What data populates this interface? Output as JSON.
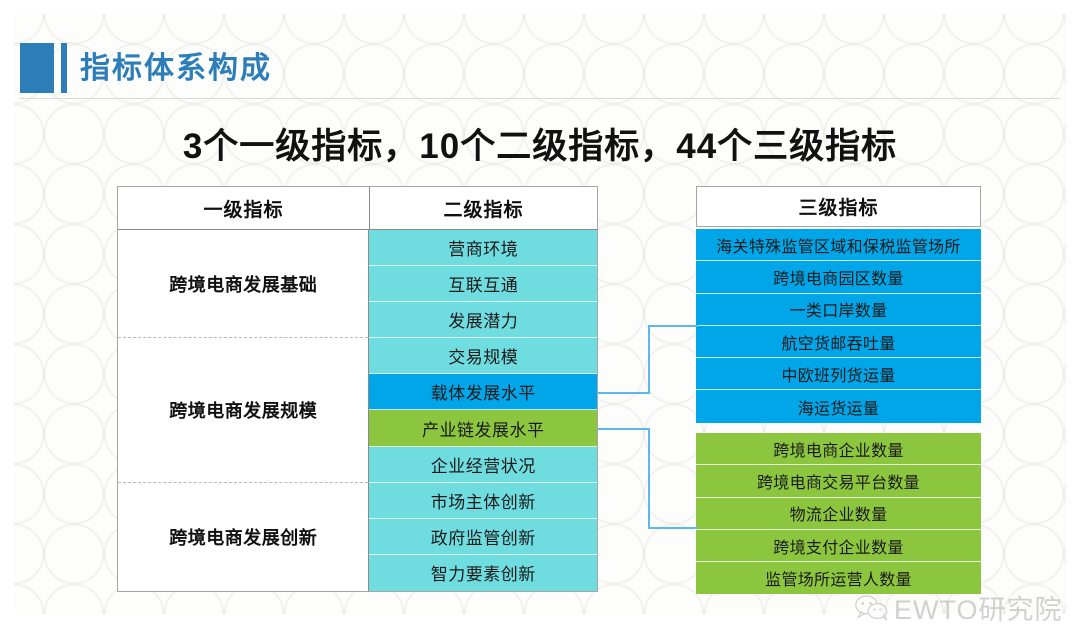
{
  "header": {
    "title": "指标体系构成",
    "accent_color": "#2D7EB8"
  },
  "main_title": "3个一级指标，10个二级指标，44个三级指标",
  "table": {
    "headers": {
      "level1": "一级指标",
      "level2": "二级指标"
    },
    "level1_items": [
      {
        "label": "跨境电商发展基础",
        "span": 3
      },
      {
        "label": "跨境电商发展规模",
        "span": 4
      },
      {
        "label": "跨境电商发展创新",
        "span": 3
      }
    ],
    "level2_items": [
      {
        "label": "营商环境",
        "color": "#6FDCE0"
      },
      {
        "label": "互联互通",
        "color": "#6FDCE0"
      },
      {
        "label": "发展潜力",
        "color": "#6FDCE0"
      },
      {
        "label": "交易规模",
        "color": "#6FDCE0"
      },
      {
        "label": "载体发展水平",
        "color": "#00A6E8"
      },
      {
        "label": "产业链发展水平",
        "color": "#8CC63F"
      },
      {
        "label": "企业经营状况",
        "color": "#6FDCE0"
      },
      {
        "label": "市场主体创新",
        "color": "#6FDCE0"
      },
      {
        "label": "政府监管创新",
        "color": "#6FDCE0"
      },
      {
        "label": "智力要素创新",
        "color": "#6FDCE0"
      }
    ]
  },
  "panels": {
    "header": "三级指标",
    "blue": {
      "color": "#00A6E8",
      "items": [
        "海关特殊监管区域和保税监管场所",
        "跨境电商园区数量",
        "一类口岸数量",
        "航空货邮吞吐量",
        "中欧班列货运量",
        "海运货运量"
      ]
    },
    "green": {
      "color": "#8CC63F",
      "items": [
        "跨境电商企业数量",
        "跨境电商交易平台数量",
        "物流企业数量",
        "跨境支付企业数量",
        "监管场所运营人数量"
      ]
    }
  },
  "connectors": {
    "color": "#5BB8E8"
  },
  "watermark": {
    "text": "EWTO研究院",
    "icon": "wechat-icon"
  }
}
